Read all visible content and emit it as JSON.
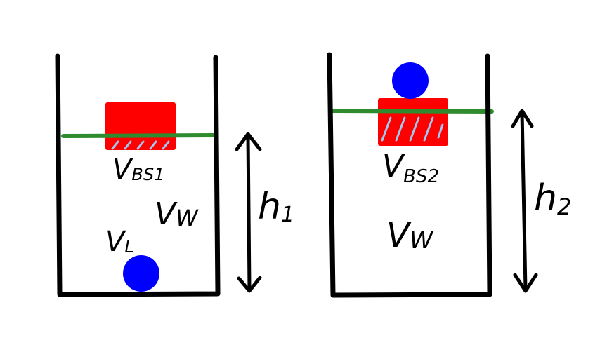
{
  "colors": {
    "container": "#000000",
    "block": "#ff0000",
    "hatch": "#9ec8ef",
    "waterline": "#2e8b2e",
    "ball": "#0000ff",
    "arrow": "#000000"
  },
  "left": {
    "submerged_volume_main": "V",
    "submerged_volume_sub": "BS1",
    "water_volume_main": "V",
    "water_volume_sub": "W",
    "ball_volume_main": "V",
    "ball_volume_sub": "L",
    "height_main": "h",
    "height_sub": "1"
  },
  "right": {
    "submerged_volume_main": "V",
    "submerged_volume_sub": "BS2",
    "water_volume_main": "V",
    "water_volume_sub": "W",
    "height_main": "h",
    "height_sub": "2"
  }
}
